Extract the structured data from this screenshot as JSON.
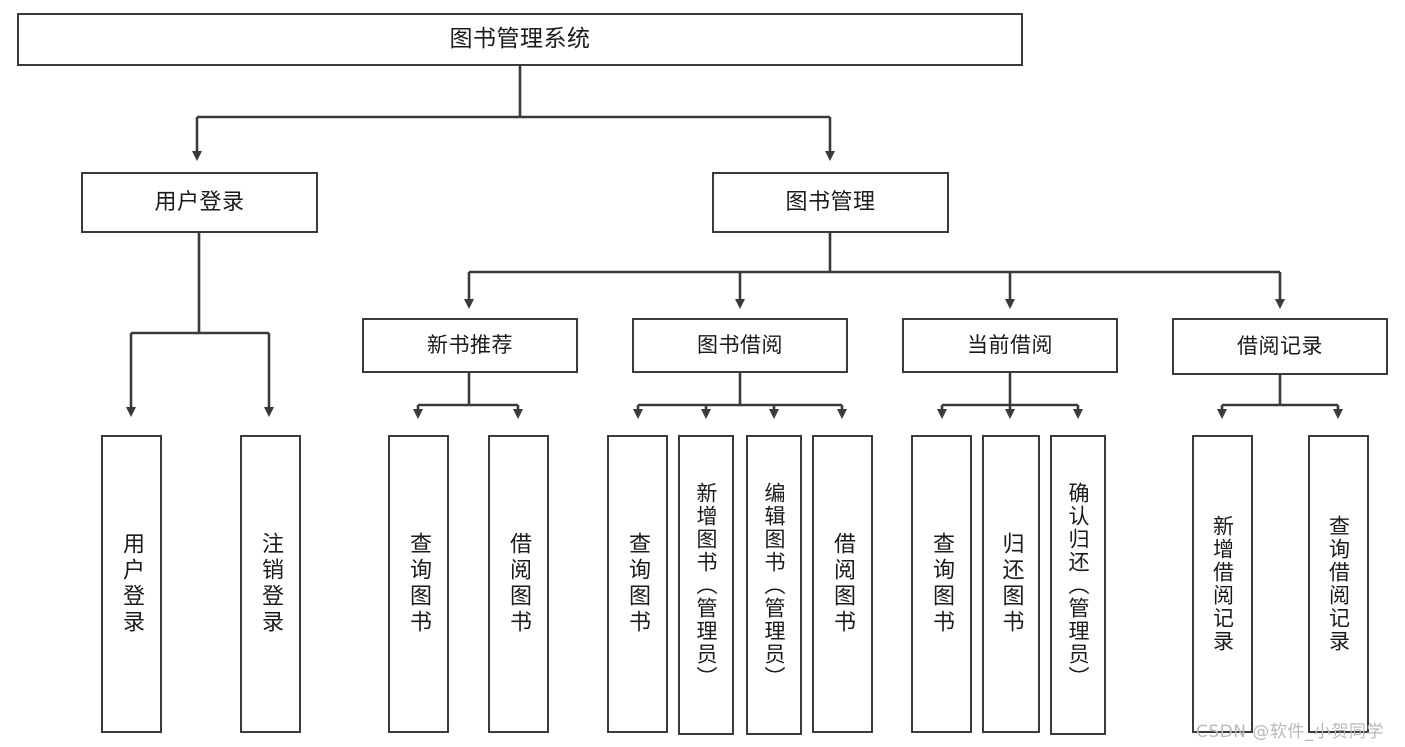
{
  "diagram": {
    "title": "图书管理系统",
    "type": "hierarchy-tree",
    "root": {
      "label": "图书管理系统"
    },
    "level1": [
      {
        "label": "用户登录"
      },
      {
        "label": "图书管理"
      }
    ],
    "level2": [
      {
        "label": "新书推荐"
      },
      {
        "label": "图书借阅"
      },
      {
        "label": "当前借阅"
      },
      {
        "label": "借阅记录"
      }
    ],
    "leaves": {
      "user_login": [
        "用户登录",
        "注销登录"
      ],
      "new_book_recommend": [
        "查询图书",
        "借阅图书"
      ],
      "book_borrow": [
        "查询图书",
        "新增图书（管理员）",
        "编辑图书（管理员）",
        "借阅图书"
      ],
      "current_borrow": [
        "查询图书",
        "归还图书",
        "确认归还（管理员）"
      ],
      "borrow_record": [
        "新增借阅记录",
        "查询借阅记录"
      ]
    },
    "colors": {
      "stroke": "#3a3a3a",
      "background": "#ffffff",
      "text": "#1b1b1b",
      "watermark": "#b9b9b9"
    }
  },
  "watermark": "CSDN @软件_小贺同学"
}
